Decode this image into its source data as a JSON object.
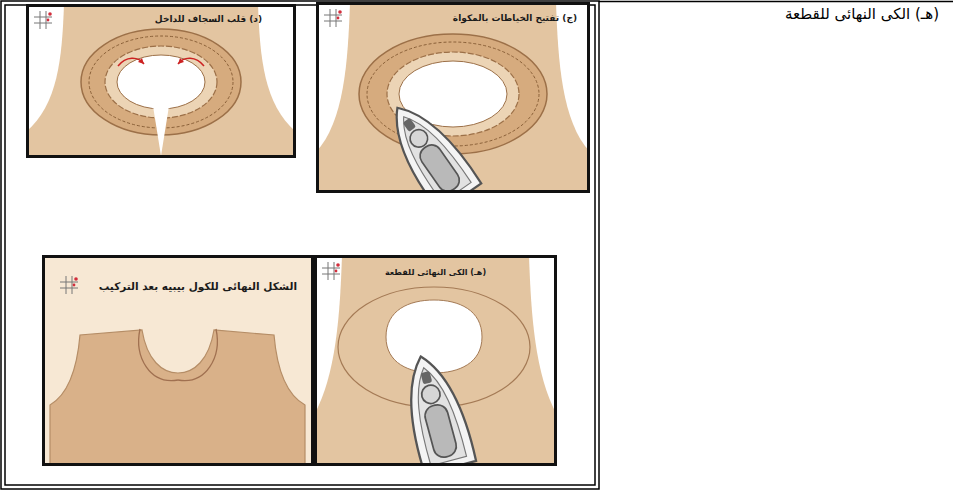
{
  "diagram": {
    "nodes": [
      {
        "text": [
          "(ج) تفتيح الخياطات بالمكواة"
        ]
      },
      {
        "text": [
          "(د) قلب السجاف للداخل"
        ]
      },
      {
        "text": [
          "(هـ) الكى النهائى للقطعة"
        ]
      },
      {
        "text": [
          "الشكل النهائى للكول بيبيه بعد التركيب"
        ]
      }
    ],
    "labels": [
      "(هـ) الكى النهائى للقطعة"
    ]
  }
}
